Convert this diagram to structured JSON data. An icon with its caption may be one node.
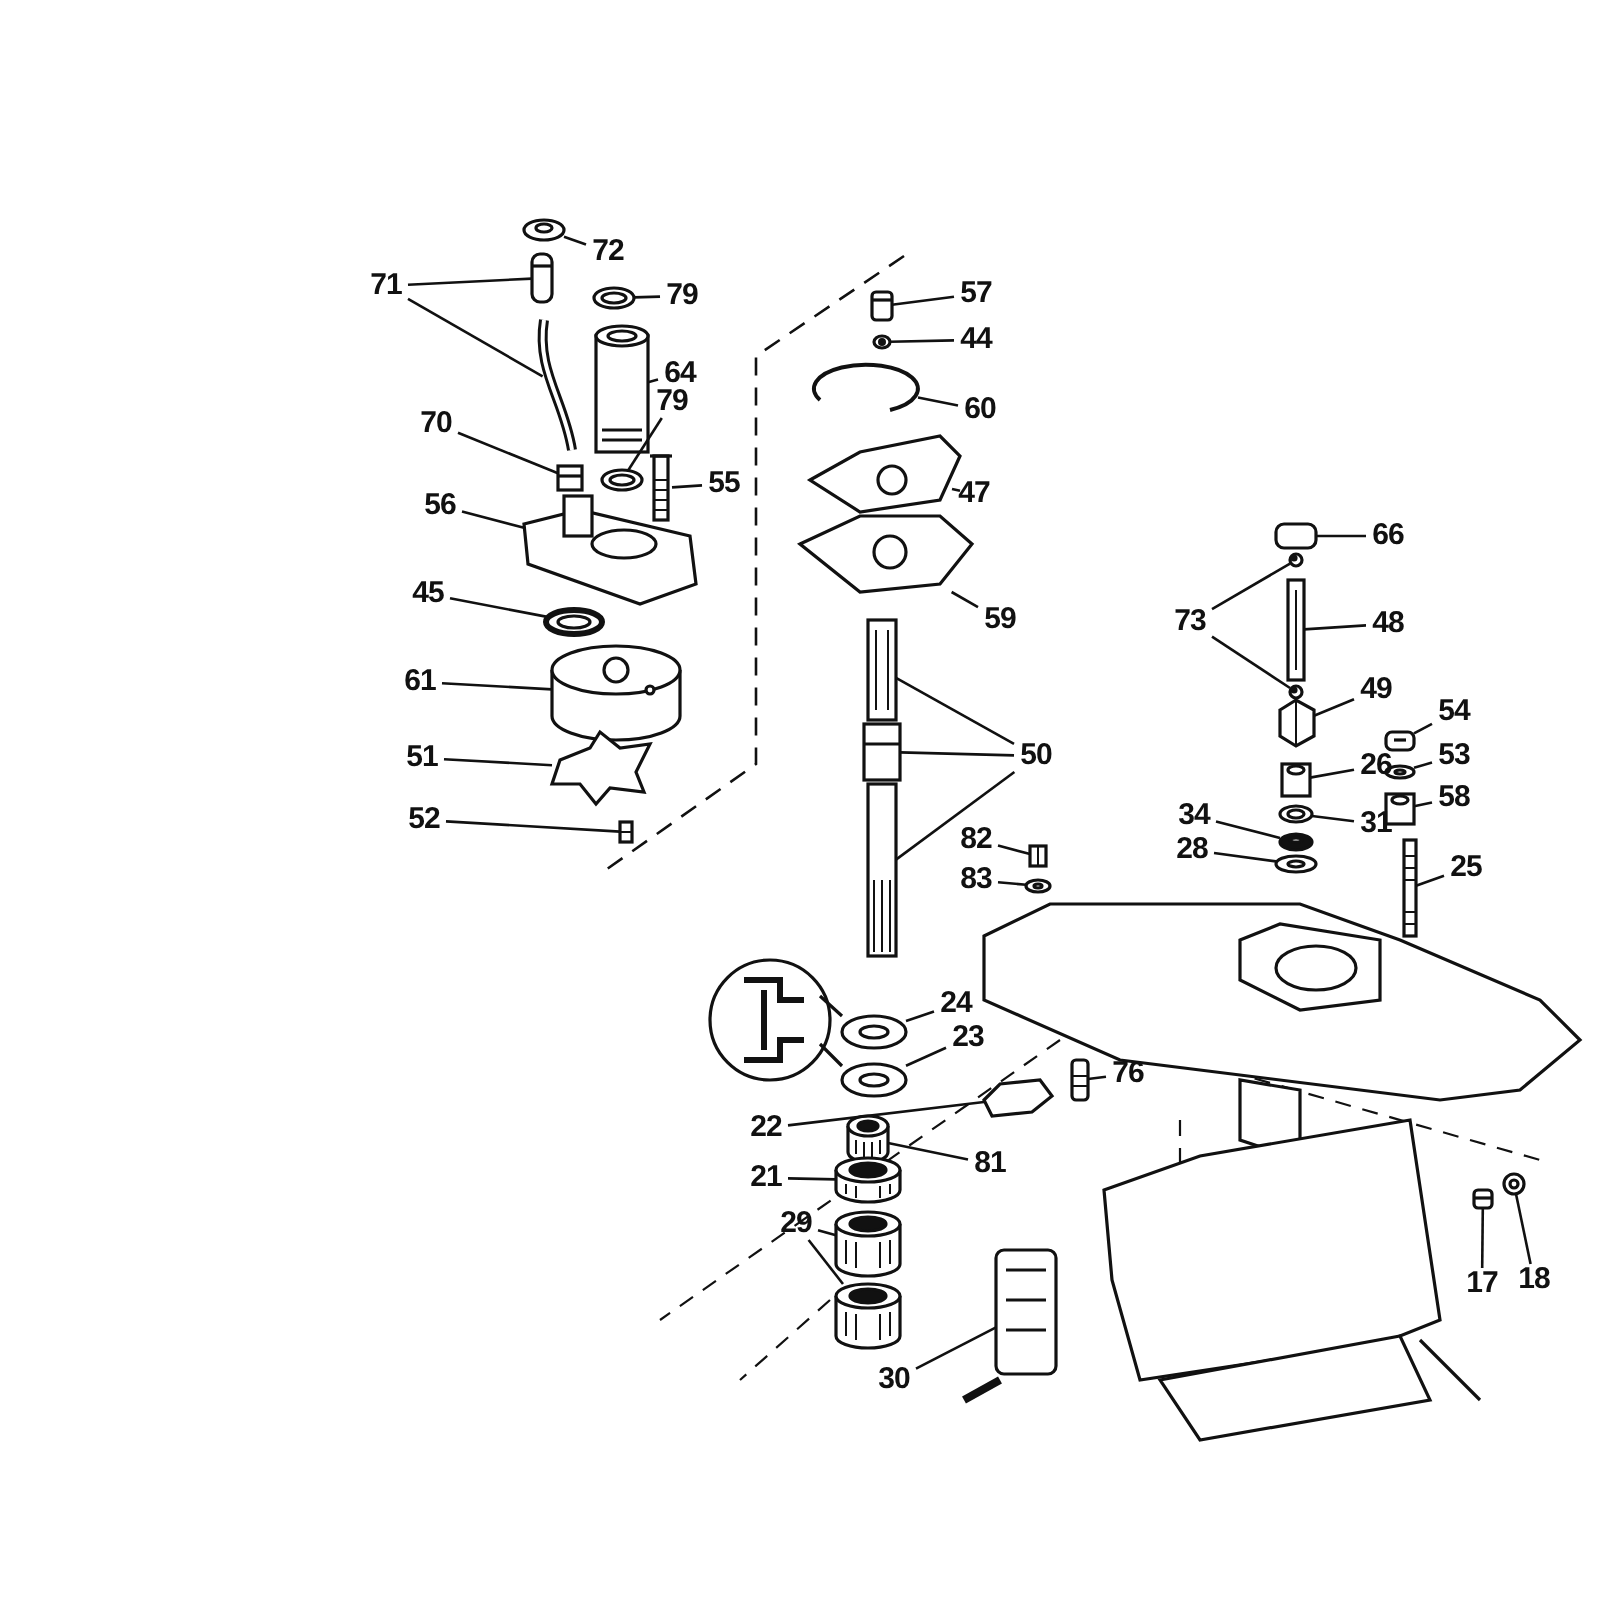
{
  "diagram": {
    "nodes": [
      {
        "text": [
          "72"
        ]
      },
      {
        "text": [
          "71"
        ]
      },
      {
        "text": [
          "79"
        ]
      },
      {
        "text": [
          "57"
        ]
      },
      {
        "text": [
          "44"
        ]
      },
      {
        "text": [
          "64"
        ]
      },
      {
        "text": [
          "79"
        ]
      },
      {
        "text": [
          "60"
        ]
      },
      {
        "text": [
          "70"
        ]
      },
      {
        "text": [
          "55"
        ]
      },
      {
        "text": [
          "47"
        ]
      },
      {
        "text": [
          "56"
        ]
      },
      {
        "text": [
          "66"
        ]
      },
      {
        "text": [
          "45"
        ]
      },
      {
        "text": [
          "59"
        ]
      },
      {
        "text": [
          "73"
        ]
      },
      {
        "text": [
          "48"
        ]
      },
      {
        "text": [
          "61"
        ]
      },
      {
        "text": [
          "49"
        ]
      },
      {
        "text": [
          "54"
        ]
      },
      {
        "text": [
          "51"
        ]
      },
      {
        "text": [
          "50"
        ]
      },
      {
        "text": [
          "53"
        ]
      },
      {
        "text": [
          "26"
        ]
      },
      {
        "text": [
          "58"
        ]
      },
      {
        "text": [
          "34"
        ]
      },
      {
        "text": [
          "52"
        ]
      },
      {
        "text": [
          "31"
        ]
      },
      {
        "text": [
          "82"
        ]
      },
      {
        "text": [
          "28"
        ]
      },
      {
        "text": [
          "25"
        ]
      },
      {
        "text": [
          "83"
        ]
      },
      {
        "text": [
          "24"
        ]
      },
      {
        "text": [
          "23"
        ]
      },
      {
        "text": [
          "76"
        ]
      },
      {
        "text": [
          "22"
        ]
      },
      {
        "text": [
          "81"
        ]
      },
      {
        "text": [
          "21"
        ]
      },
      {
        "text": [
          "29"
        ]
      },
      {
        "text": [
          "18"
        ]
      },
      {
        "text": [
          "17"
        ]
      },
      {
        "text": [
          "30"
        ]
      },
      {
        "text": [],
        "shape": "picture"
      },
      {
        "text": [],
        "shape": "picture"
      },
      {
        "text": [],
        "shape": "picture"
      },
      {
        "text": [],
        "shape": "picture"
      },
      {
        "text": [],
        "shape": "picture"
      },
      {
        "text": [],
        "shape": "picture"
      },
      {
        "text": [],
        "shape": "picture"
      },
      {
        "text": [],
        "shape": "picture"
      },
      {
        "text": [],
        "shape": "picture"
      },
      {
        "text": [],
        "shape": "picture"
      },
      {
        "text": [],
        "shape": "picture"
      },
      {
        "text": [],
        "shape": "picture"
      },
      {
        "text": [],
        "shape": "picture"
      },
      {
        "text": [],
        "shape": "picture"
      },
      {
        "text": [],
        "shape": "picture"
      },
      {
        "text": [],
        "shape": "picture"
      },
      {
        "text": [],
        "shape": "picture"
      },
      {
        "text": [],
        "shape": "picture"
      },
      {
        "text": [],
        "shape": "picture"
      },
      {
        "text": [],
        "shape": "picture"
      },
      {
        "text": [],
        "shape": "picture"
      },
      {
        "text": [],
        "shape": "picture"
      },
      {
        "text": [],
        "shape": "picture"
      },
      {
        "text": [],
        "shape": "picture"
      },
      {
        "text": [],
        "shape": "picture"
      },
      {
        "text": [],
        "shape": "picture"
      },
      {
        "text": [],
        "shape": "picture"
      },
      {
        "text": [],
        "shape": "picture"
      },
      {
        "text": [],
        "shape": "picture"
      },
      {
        "text": [],
        "shape": "picture"
      },
      {
        "text": [],
        "shape": "picture"
      },
      {
        "text": [],
        "shape": "picture"
      },
      {
        "text": [],
        "shape": "picture"
      },
      {
        "text": [],
        "shape": "picture"
      },
      {
        "text": [],
        "shape": "picture"
      },
      {
        "text": [],
        "shape": "picture"
      },
      {
        "text": [],
        "shape": "picture"
      },
      {
        "text": [],
        "shape": "picture"
      },
      {
        "text": [],
        "shape": "picture"
      },
      {
        "text": [],
        "shape": "picture"
      },
      {
        "text": [],
        "shape": "picture"
      },
      {
        "text": [],
        "shape": "picture"
      },
      {
        "text": [],
        "shape": "picture"
      },
      {
        "text": [],
        "shape": "picture"
      },
      {
        "text": [],
        "shape": "picture"
      },
      {
        "text": [],
        "shape": "picture"
      },
      {
        "text": [],
        "shape": "picture"
      }
    ],
    "edges": [
      {
        "from": 0,
        "to": 42,
        "arrow": "none"
      },
      {
        "from": 1,
        "to": 43,
        "arrow": "none"
      },
      {
        "from": 1,
        "to": 44,
        "arrow": "none"
      },
      {
        "from": 2,
        "to": 45,
        "arrow": "none"
      },
      {
        "from": 3,
        "to": 46,
        "arrow": "none"
      },
      {
        "from": 4,
        "to": 47,
        "arrow": "none"
      },
      {
        "from": 5,
        "to": 48,
        "arrow": "none"
      },
      {
        "from": 6,
        "to": 49,
        "arrow": "none"
      },
      {
        "from": 7,
        "to": 50,
        "arrow": "none"
      },
      {
        "from": 8,
        "to": 51,
        "arrow": "none"
      },
      {
        "from": 9,
        "to": 52,
        "arrow": "none"
      },
      {
        "from": 10,
        "to": 53,
        "arrow": "none"
      },
      {
        "from": 11,
        "to": 54,
        "arrow": "none"
      },
      {
        "from": 12,
        "to": 55,
        "arrow": "none"
      },
      {
        "from": 13,
        "to": 56,
        "arrow": "none"
      },
      {
        "from": 14,
        "to": 57,
        "arrow": "none"
      },
      {
        "from": 15,
        "to": 58,
        "arrow": "none"
      },
      {
        "from": 15,
        "to": 59,
        "arrow": "none"
      },
      {
        "from": 16,
        "to": 60,
        "arrow": "none"
      },
      {
        "from": 17,
        "to": 61,
        "arrow": "none"
      },
      {
        "from": 18,
        "to": 62,
        "arrow": "none"
      },
      {
        "from": 19,
        "to": 63,
        "arrow": "none"
      },
      {
        "from": 20,
        "to": 64,
        "arrow": "none"
      },
      {
        "from": 21,
        "to": 65,
        "arrow": "none"
      },
      {
        "from": 21,
        "to": 66,
        "arrow": "none"
      },
      {
        "from": 21,
        "to": 67,
        "arrow": "none"
      },
      {
        "from": 22,
        "to": 68,
        "arrow": "none"
      },
      {
        "from": 23,
        "to": 69,
        "arrow": "none"
      },
      {
        "from": 24,
        "to": 70,
        "arrow": "none"
      },
      {
        "from": 25,
        "to": 71,
        "arrow": "none"
      },
      {
        "from": 26,
        "to": 72,
        "arrow": "none"
      },
      {
        "from": 27,
        "to": 73,
        "arrow": "none"
      },
      {
        "from": 28,
        "to": 74,
        "arrow": "none"
      },
      {
        "from": 29,
        "to": 75,
        "arrow": "none"
      },
      {
        "from": 30,
        "to": 76,
        "arrow": "none"
      },
      {
        "from": 31,
        "to": 77,
        "arrow": "none"
      },
      {
        "from": 32,
        "to": 78,
        "arrow": "none"
      },
      {
        "from": 33,
        "to": 79,
        "arrow": "none"
      },
      {
        "from": 34,
        "to": 80,
        "arrow": "none"
      },
      {
        "from": 35,
        "to": 81,
        "arrow": "none"
      },
      {
        "from": 36,
        "to": 82,
        "arrow": "none"
      },
      {
        "from": 37,
        "to": 83,
        "arrow": "none"
      },
      {
        "from": 38,
        "to": 84,
        "arrow": "none"
      },
      {
        "from": 38,
        "to": 85,
        "arrow": "none"
      },
      {
        "from": 39,
        "to": 86,
        "arrow": "none"
      },
      {
        "from": 40,
        "to": 87,
        "arrow": "none"
      },
      {
        "from": 41,
        "to": 88,
        "arrow": "none"
      }
    ]
  }
}
